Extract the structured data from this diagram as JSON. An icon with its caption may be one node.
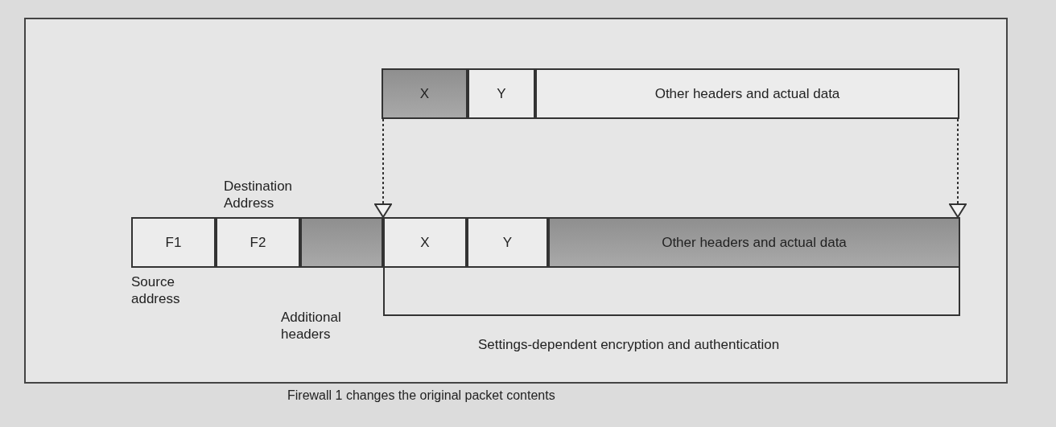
{
  "diagram": {
    "caption": "Firewall 1 changes the original packet contents",
    "nodes": [
      {
        "text": [
          "X"
        ]
      },
      {
        "text": [
          "Y"
        ]
      },
      {
        "text": [
          "Other headers and actual data"
        ]
      },
      {
        "text": [
          "F1"
        ],
        "beside": [
          "Source address"
        ]
      },
      {
        "text": [
          "F2"
        ],
        "beside": [
          "Destination Address"
        ]
      },
      {
        "text": [],
        "shape": "box",
        "beside": [
          "Additional headers"
        ]
      },
      {
        "text": [
          "X"
        ]
      },
      {
        "text": [
          "Y"
        ]
      },
      {
        "text": [
          "Other headers and actual data"
        ]
      }
    ],
    "edges": [
      {
        "from": 0,
        "to": 6,
        "arrow": "to",
        "style": "dashed"
      },
      {
        "from": 2,
        "to": 8,
        "arrow": "to",
        "style": "dashed"
      }
    ],
    "labels": [
      "Settings-dependent encryption and authentication"
    ]
  }
}
